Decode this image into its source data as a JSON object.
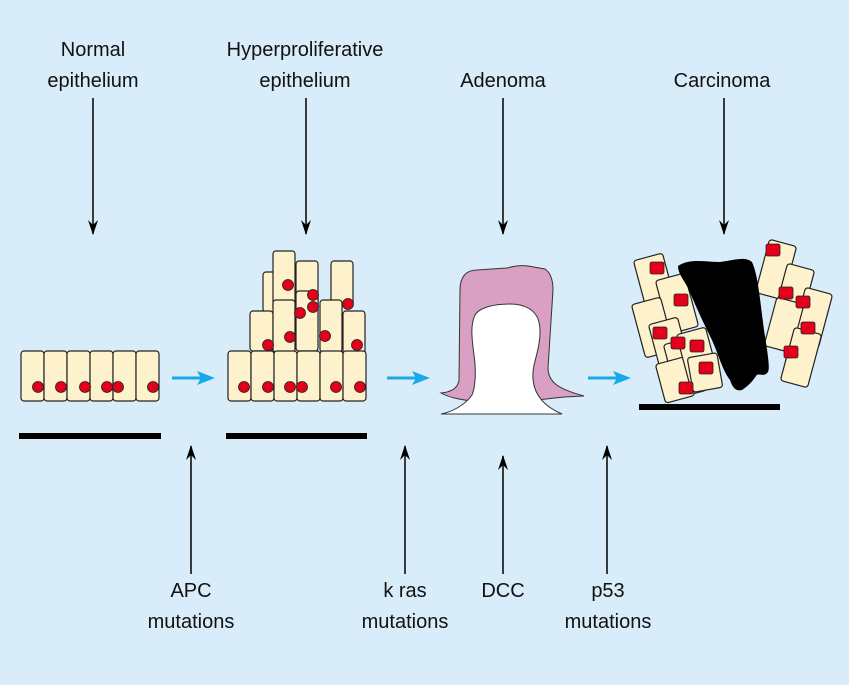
{
  "stages": [
    {
      "id": "normal",
      "lines": [
        "Normal",
        "epithelium"
      ]
    },
    {
      "id": "hyper",
      "lines": [
        "Hyperproliferative",
        "epithelium"
      ]
    },
    {
      "id": "adenoma",
      "lines": [
        "Adenoma"
      ]
    },
    {
      "id": "carcinoma",
      "lines": [
        "Carcinoma"
      ]
    }
  ],
  "mutations": [
    {
      "id": "apc",
      "lines": [
        "APC",
        "mutations"
      ]
    },
    {
      "id": "kras",
      "lines": [
        "k ras",
        "mutations"
      ]
    },
    {
      "id": "dcc",
      "lines": [
        "DCC"
      ]
    },
    {
      "id": "p53",
      "lines": [
        "p53",
        "mutations"
      ]
    }
  ],
  "colors": {
    "background": "#d8ecfa",
    "cell_fill": "#fdf2cc",
    "nucleus": "#e3001b",
    "adenoma_pink": "#d9a0c4",
    "progression_arrow": "#1aa8e6",
    "tumor": "#000000"
  }
}
